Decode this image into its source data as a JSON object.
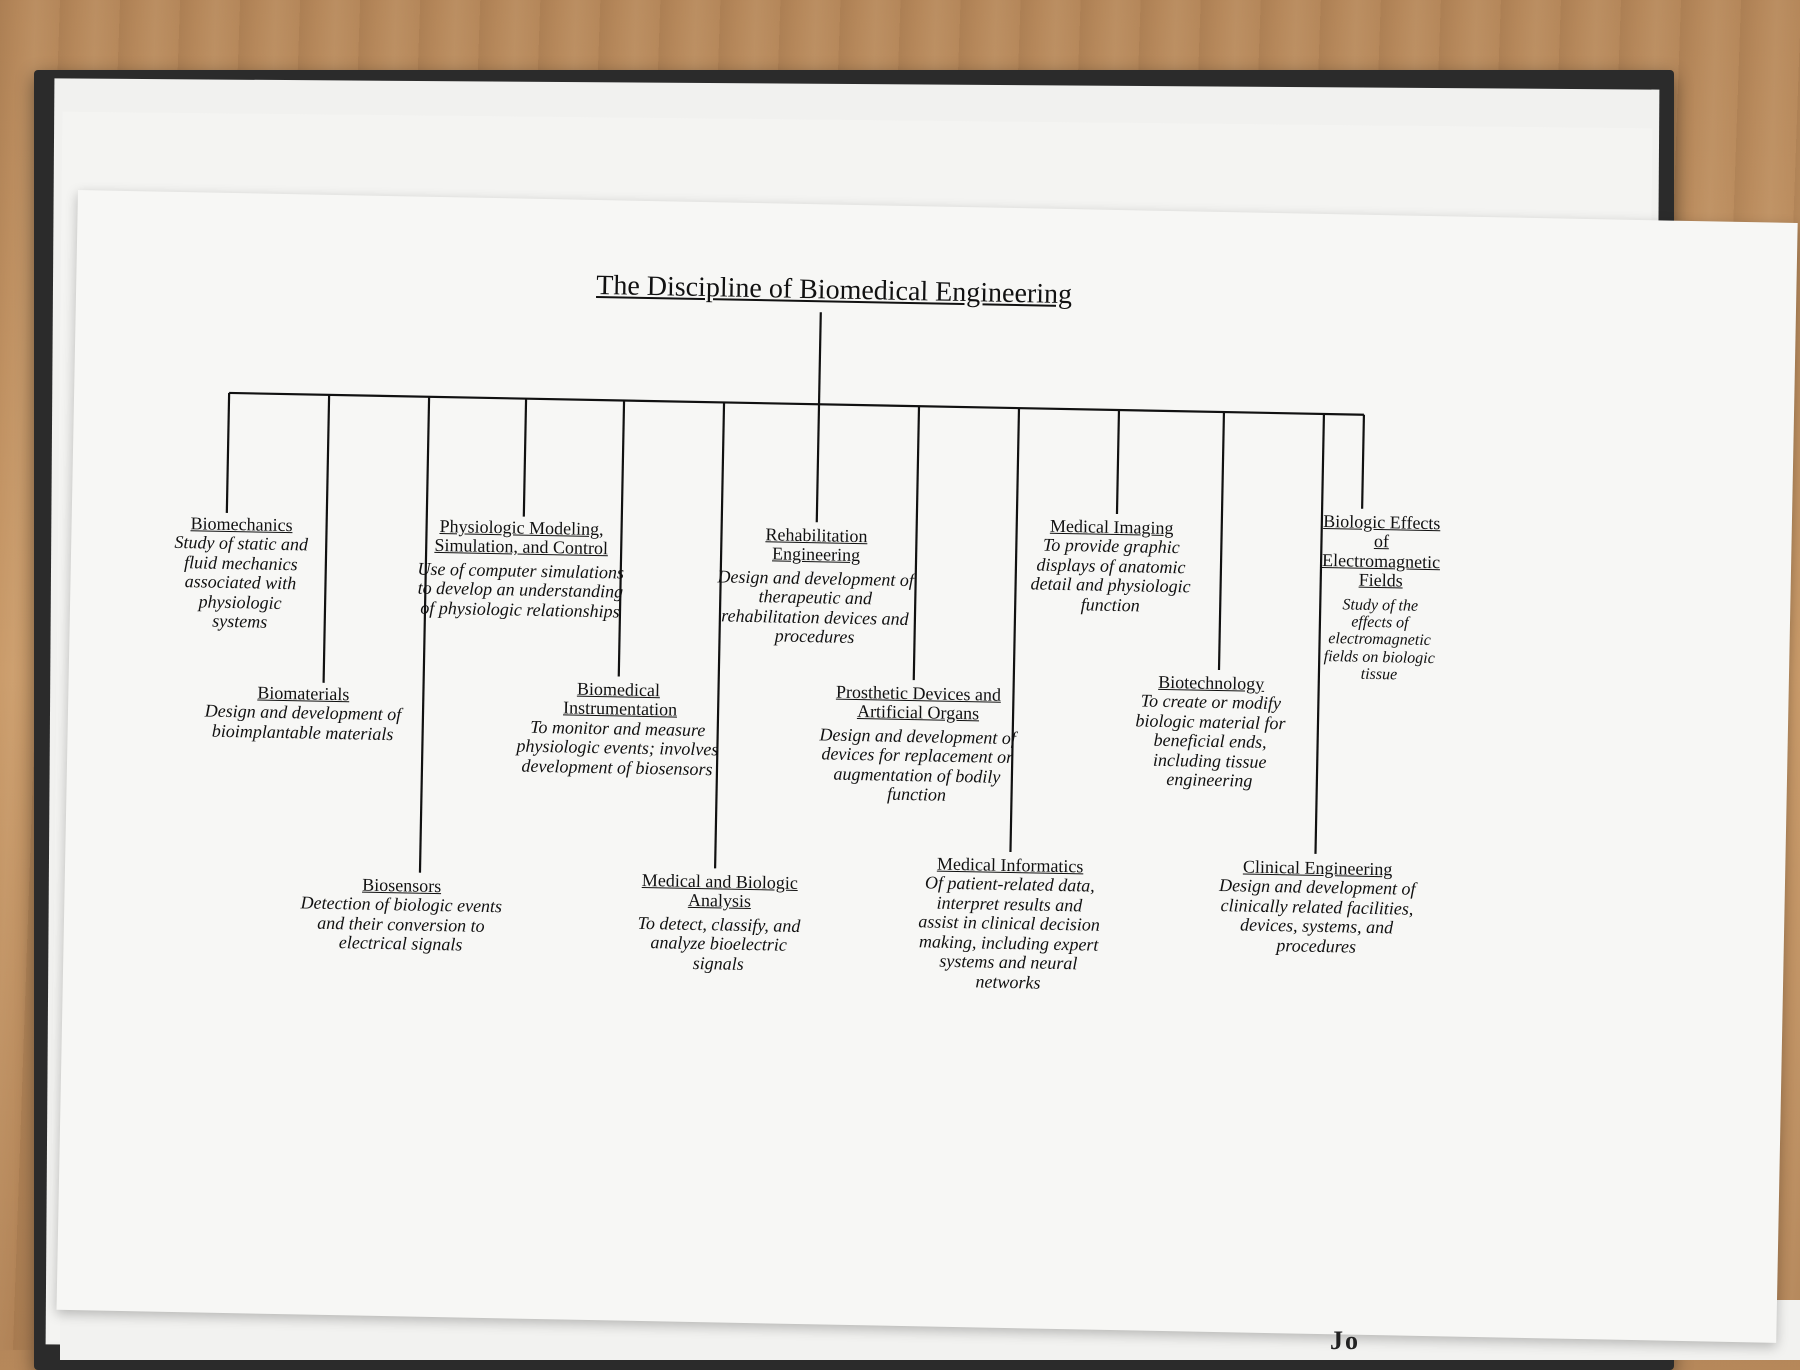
{
  "diagram": {
    "title": "The Discipline of Biomedical Engineering",
    "nodes": [
      {
        "id": "biomechanics",
        "name": "Biomechanics",
        "description": "Study of static and fluid mechanics associated with physiologic systems"
      },
      {
        "id": "biomaterials",
        "name": "Biomaterials",
        "description": "Design and development of bioimplantable materials"
      },
      {
        "id": "biosensors",
        "name": "Biosensors",
        "description": "Detection of biologic events and their conversion to electrical signals"
      },
      {
        "id": "physiologic-modeling",
        "name": "Physiologic Modeling, Simulation, and Control",
        "description": "Use of computer simulations to develop an understanding of physiologic relationships"
      },
      {
        "id": "biomedical-instrumentation",
        "name": "Biomedical Instrumentation",
        "description": "To monitor and measure physiologic events; involves development of biosensors"
      },
      {
        "id": "medical-biologic-analysis",
        "name": "Medical and Biologic Analysis",
        "description": "To detect, classify, and analyze bioelectric signals"
      },
      {
        "id": "rehabilitation-engineering",
        "name": "Rehabilitation Engineering",
        "description": "Design and development of therapeutic and rehabilitation devices and procedures"
      },
      {
        "id": "prosthetic-devices",
        "name": "Prosthetic Devices and Artificial Organs",
        "description": "Design and development of devices for replacement or augmentation of bodily function"
      },
      {
        "id": "medical-informatics",
        "name": "Medical Informatics",
        "description": "Of patient-related data, interpret results and assist in clinical decision making, including expert systems and neural networks"
      },
      {
        "id": "medical-imaging",
        "name": "Medical Imaging",
        "description": "To provide graphic displays of anatomic detail and physiologic function"
      },
      {
        "id": "biotechnology",
        "name": "Biotechnology",
        "description": "To create or modify biologic material for beneficial ends, including tissue engineering"
      },
      {
        "id": "clinical-engineering",
        "name": "Clinical Engineering",
        "description": "Design and development of clinically related facilities, devices, systems, and procedures"
      },
      {
        "id": "biologic-effects",
        "name": "Biologic Effects of Electromagnetic Fields",
        "description": "Study of the effects of electromagnetic fields on biologic tissue"
      }
    ]
  }
}
